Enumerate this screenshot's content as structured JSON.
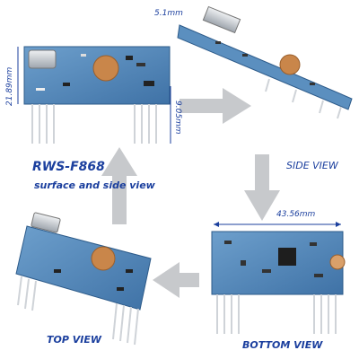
{
  "labels": {
    "product": "RWS-F868",
    "subtitle": "surface and side view",
    "side_view": "SIDE VIEW",
    "bottom_view": "BOTTOM VIEW",
    "top_view": "TOP VIEW"
  },
  "dimensions": {
    "height": "21.89mm",
    "pins": "9.05mm",
    "thickness": "5.1mm",
    "width": "43.56mm"
  },
  "colors": {
    "pcb_blue": "#4f86b8",
    "arrow_gray": "#c7c9cc",
    "label_blue": "#1b3f9e",
    "capacitor_orange": "#c9864a"
  }
}
